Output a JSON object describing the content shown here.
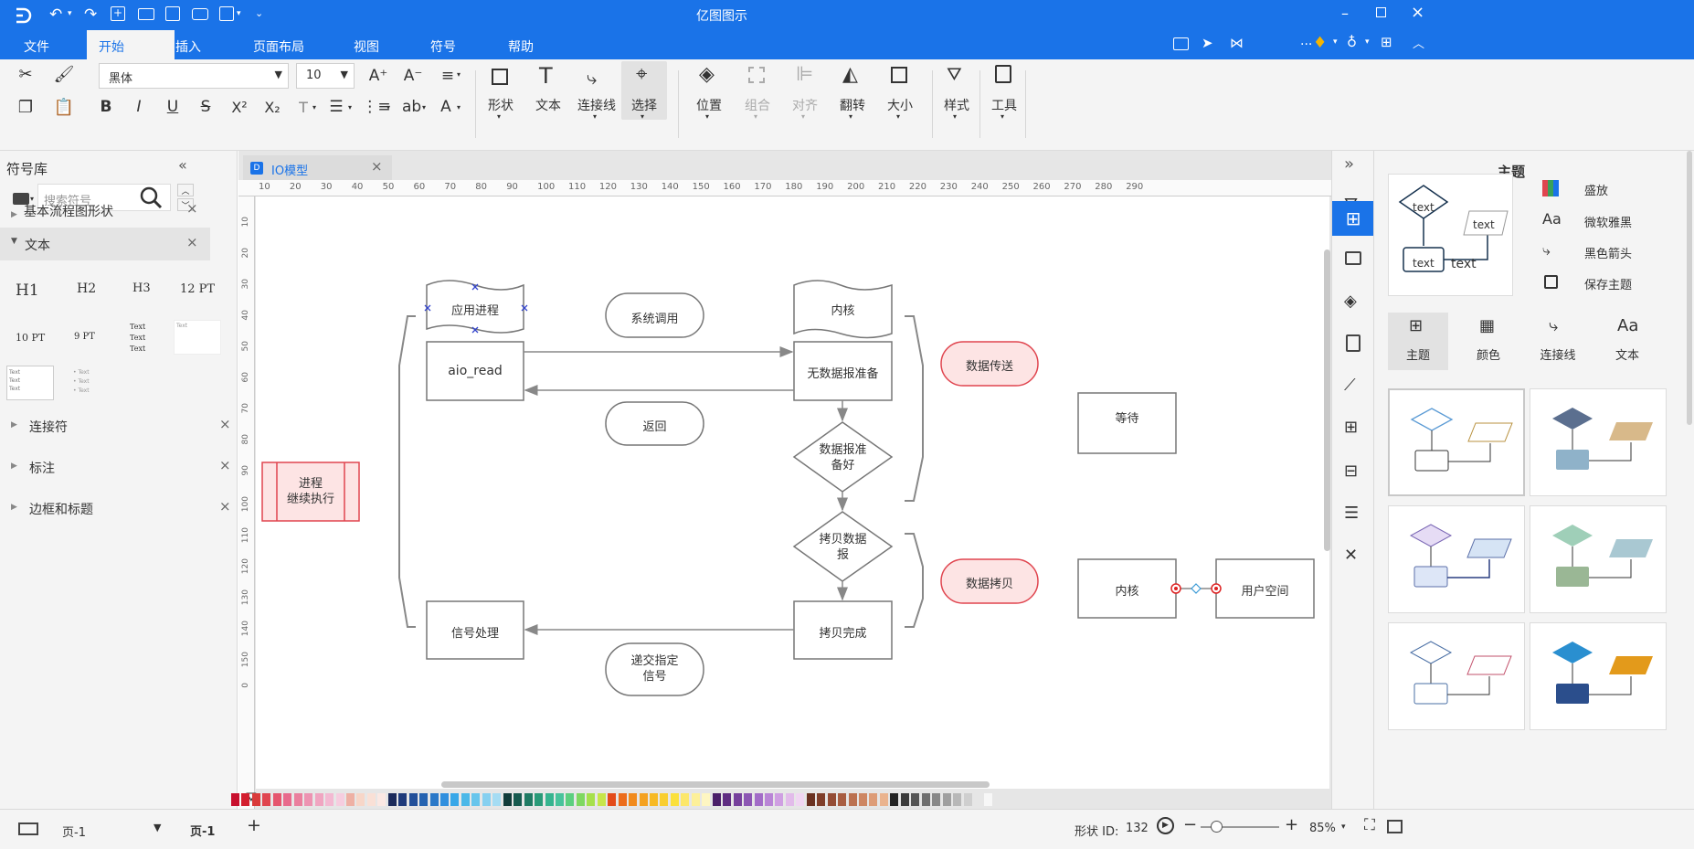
{
  "app": {
    "title": "亿图图示"
  },
  "menu": {
    "file": "文件",
    "home": "开始",
    "insert": "插入",
    "layout": "页面布局",
    "view": "视图",
    "symbol": "符号",
    "help": "帮助"
  },
  "ribbon": {
    "font_name": "黑体",
    "font_size": "10",
    "shape": "形状",
    "text": "文本",
    "connector": "连接线",
    "select": "选择",
    "position": "位置",
    "group": "组合",
    "align": "对齐",
    "flip": "翻转",
    "size": "大小",
    "style": "样式",
    "tools": "工具",
    "ab_label": "ab"
  },
  "left_panel": {
    "title": "符号库",
    "search_placeholder": "搜索符号",
    "categories": [
      "基本流程图形状",
      "文本",
      "连接符",
      "标注",
      "边框和标题"
    ],
    "text_samples": [
      "H1",
      "H2",
      "H3",
      "12 PT",
      "10 PT",
      "9 PT"
    ],
    "mini_text": "Text"
  },
  "tab": {
    "name": "IO模型"
  },
  "ruler": {
    "h_ticks": [
      "10",
      "20",
      "30",
      "40",
      "50",
      "60",
      "70",
      "80",
      "90",
      "100",
      "110",
      "120",
      "130",
      "140",
      "150",
      "160",
      "170",
      "180",
      "190",
      "200",
      "210",
      "220",
      "230",
      "240",
      "250",
      "260",
      "270",
      "280",
      "290"
    ],
    "v_ticks": [
      "10",
      "20",
      "30",
      "40",
      "50",
      "60",
      "70",
      "80",
      "90",
      "100",
      "110",
      "120",
      "130",
      "140",
      "150",
      "0"
    ]
  },
  "diagram": {
    "app_process": "应用进程",
    "aio_read": "aio_read",
    "syscall": "系统调用",
    "ret": "返回",
    "kernel_top": "内核",
    "no_data": "无数据报准备",
    "data_ready_1": "数据报准",
    "data_ready_2": "备好",
    "copy_1": "拷贝数据",
    "copy_2": "报",
    "copy_done": "拷贝完成",
    "signal": "信号处理",
    "deliver_1": "递交指定",
    "deliver_2": "信号",
    "continue_1": "进程",
    "continue_2": "继续执行",
    "data_send": "数据传送",
    "data_copy": "数据拷贝",
    "wait": "等待",
    "kernel2": "内核",
    "user_space": "用户空间"
  },
  "right_panel": {
    "title": "主题",
    "preview": {
      "text1": "text",
      "text2": "text",
      "text3": "text",
      "text4": "text"
    },
    "options": [
      "盛放",
      "微软雅黑",
      "黑色箭头",
      "保存主题"
    ],
    "tabs": [
      "主题",
      "颜色",
      "连接线",
      "文本"
    ]
  },
  "status": {
    "page_select": "页-1",
    "page_tab": "页-1",
    "shape_id_label": "形状 ID:",
    "shape_id": "132",
    "zoom": "85%"
  },
  "colors": {
    "accent": "#1a73e8",
    "highlight_fill": "#fde4e4",
    "highlight_stroke": "#e0454f"
  }
}
